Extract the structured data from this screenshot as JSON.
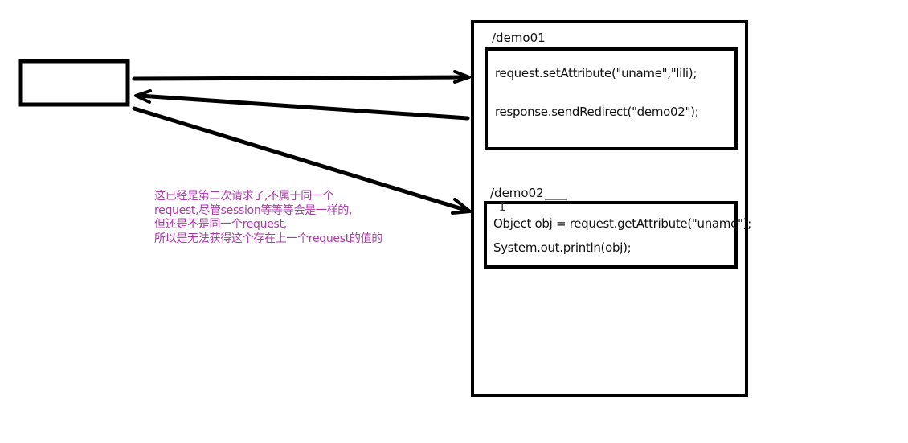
{
  "diagram": {
    "server_box": {
      "demo01": {
        "title": "/demo01",
        "code_lines": [
          "request.setAttribute(\"uname\",\"lili);",
          "response.sendRedirect(\"demo02\");"
        ]
      },
      "demo02": {
        "title": "/demo02",
        "code_lines": [
          "Object obj = request.getAttribute(\"uname\");",
          "System.out.println(obj);"
        ]
      }
    },
    "note": {
      "color": "#a83aa8",
      "lines": [
        "这已经是第二次请求了,不属于同一个",
        "request,尽管session等等等会是一样的,",
        "但还是不是同一个request,",
        "所以是无法获得这个存在上一个request的值的"
      ]
    },
    "cursor_glyph": "I"
  }
}
